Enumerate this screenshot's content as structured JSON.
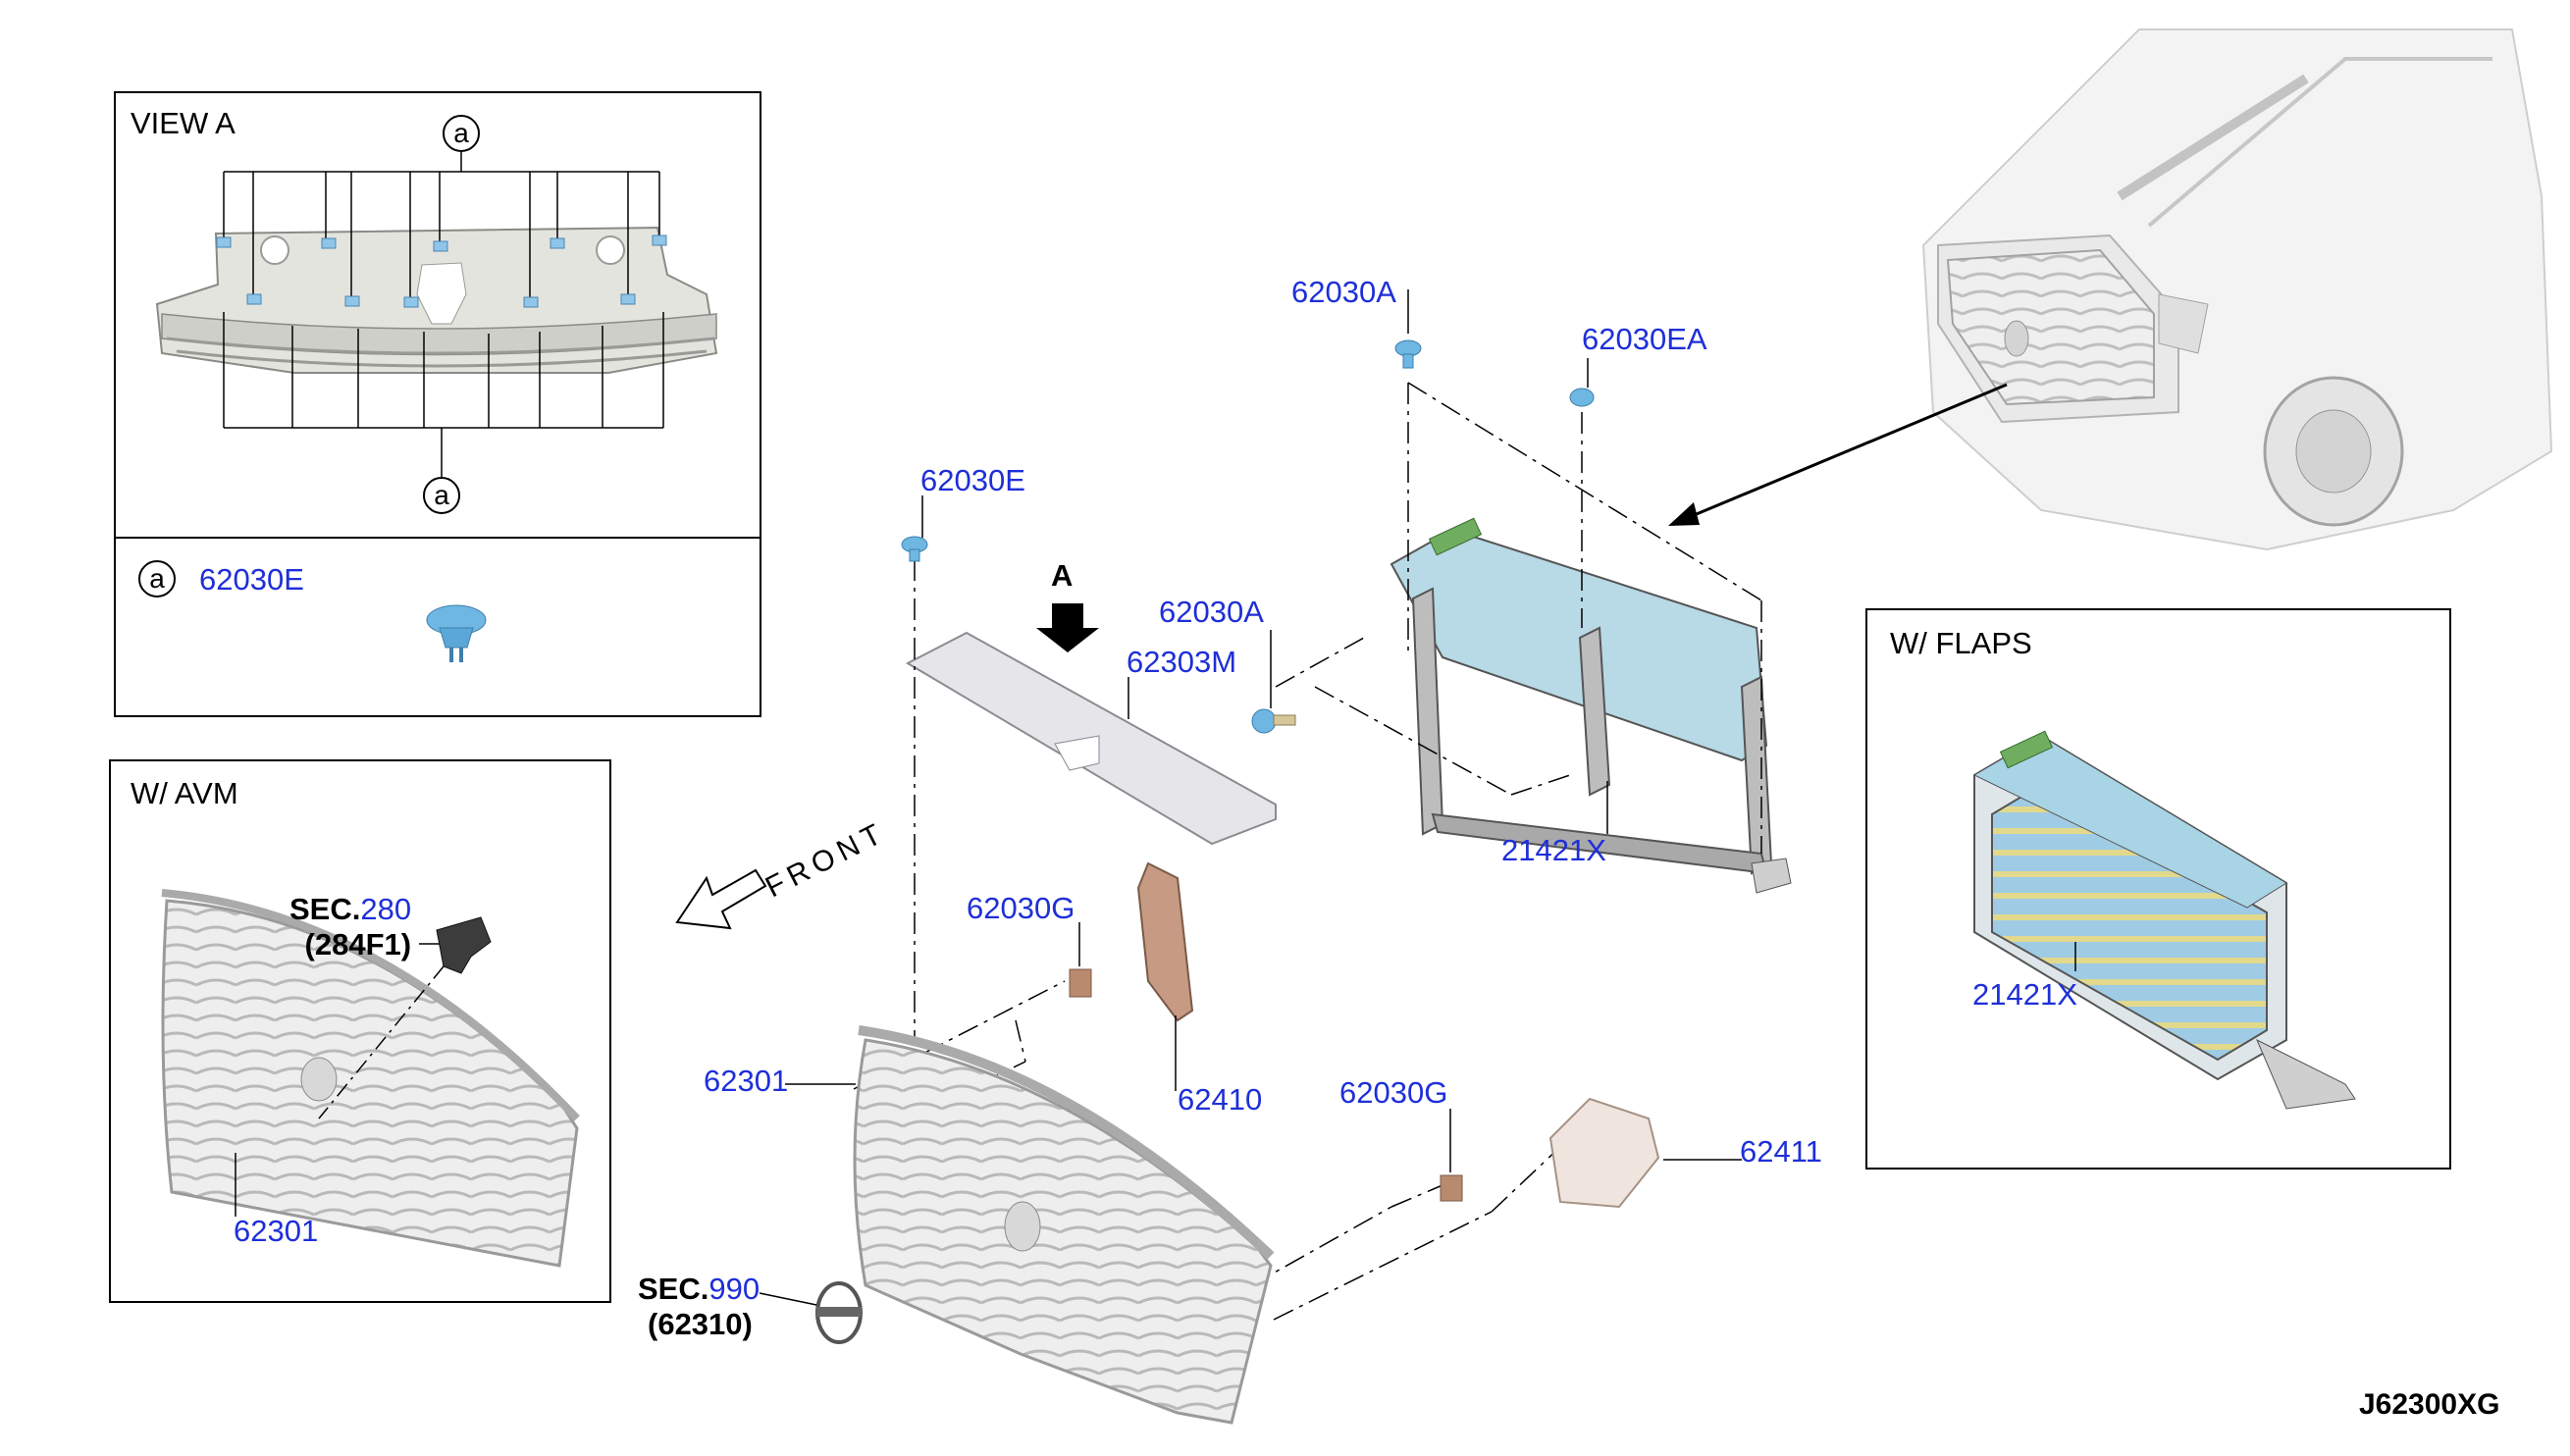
{
  "diagram_code": "J62300XG",
  "view_a": {
    "title": "VIEW A",
    "callout_letter": "a",
    "legend_part": "62030E"
  },
  "w_avm": {
    "title": "W/ AVM",
    "sec_prefix": "SEC.",
    "sec_number": "280",
    "sec_sub": "(284F1)",
    "grille_part": "62301"
  },
  "w_flaps": {
    "title": "W/ FLAPS",
    "part": "21421X"
  },
  "main": {
    "arrow_label": "A",
    "front_label": "FRONT",
    "parts": {
      "clip_top_a": "62030A",
      "clip_ea": "62030EA",
      "clip_e": "62030E",
      "clip_a_side": "62030A",
      "cover": "62303M",
      "radiator_support": "21421X",
      "clip_g_left": "62030G",
      "clip_g_right": "62030G",
      "seal_left": "62410",
      "seal_right": "62411",
      "grille": "62301"
    },
    "sec_prefix": "SEC.",
    "sec_number": "990",
    "sec_sub": "(62310)"
  },
  "colors": {
    "part_number": "#1e2fd8",
    "clip_blue": "#6fb7e3",
    "bracket_brown": "#b98a6e",
    "frame_blue": "#a9d4e6",
    "grille_grey": "#e8e8e8"
  }
}
